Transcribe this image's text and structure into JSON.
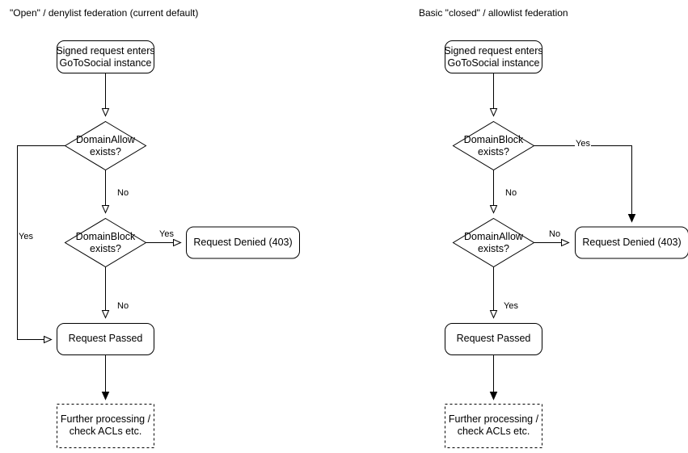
{
  "diagrams": [
    {
      "id": "denylist",
      "title": "\"Open\" / denylist federation (current default)",
      "nodes": [
        {
          "key": "start",
          "type": "rounded-rect",
          "line1": "Signed request enters",
          "line2": "GoToSocial instance"
        },
        {
          "key": "d1",
          "type": "diamond",
          "line1": "DomainAllow",
          "line2": "exists?"
        },
        {
          "key": "d2",
          "type": "diamond",
          "line1": "DomainBlock",
          "line2": "exists?"
        },
        {
          "key": "denied",
          "type": "rounded-rect",
          "line1": "Request Denied (403)",
          "line2": ""
        },
        {
          "key": "passed",
          "type": "rounded-rect",
          "line1": "Request Passed",
          "line2": ""
        },
        {
          "key": "further",
          "type": "dashed-rect",
          "line1": "Further processing /",
          "line2": "check ACLs etc."
        }
      ],
      "edges": [
        {
          "from": "start",
          "to": "d1",
          "label": ""
        },
        {
          "from": "d1",
          "to": "passed",
          "label": "Yes"
        },
        {
          "from": "d1",
          "to": "d2",
          "label": "No"
        },
        {
          "from": "d2",
          "to": "denied",
          "label": "Yes"
        },
        {
          "from": "d2",
          "to": "passed",
          "label": "No"
        },
        {
          "from": "passed",
          "to": "further",
          "label": ""
        }
      ]
    },
    {
      "id": "allowlist",
      "title": "Basic \"closed\" / allowlist federation",
      "nodes": [
        {
          "key": "start",
          "type": "rounded-rect",
          "line1": "Signed request enters",
          "line2": "GoToSocial instance"
        },
        {
          "key": "d1",
          "type": "diamond",
          "line1": "DomainBlock",
          "line2": "exists?"
        },
        {
          "key": "d2",
          "type": "diamond",
          "line1": "DomainAllow",
          "line2": "exists?"
        },
        {
          "key": "denied",
          "type": "rounded-rect",
          "line1": "Request Denied (403)",
          "line2": ""
        },
        {
          "key": "passed",
          "type": "rounded-rect",
          "line1": "Request Passed",
          "line2": ""
        },
        {
          "key": "further",
          "type": "dashed-rect",
          "line1": "Further processing /",
          "line2": "check ACLs etc."
        }
      ],
      "edges": [
        {
          "from": "start",
          "to": "d1",
          "label": ""
        },
        {
          "from": "d1",
          "to": "denied",
          "label": "Yes"
        },
        {
          "from": "d1",
          "to": "d2",
          "label": "No"
        },
        {
          "from": "d2",
          "to": "denied",
          "label": "No"
        },
        {
          "from": "d2",
          "to": "passed",
          "label": "Yes"
        },
        {
          "from": "passed",
          "to": "further",
          "label": ""
        }
      ]
    }
  ],
  "colors": {
    "stroke": "#000000",
    "text": "#000000",
    "background": "#ffffff"
  }
}
